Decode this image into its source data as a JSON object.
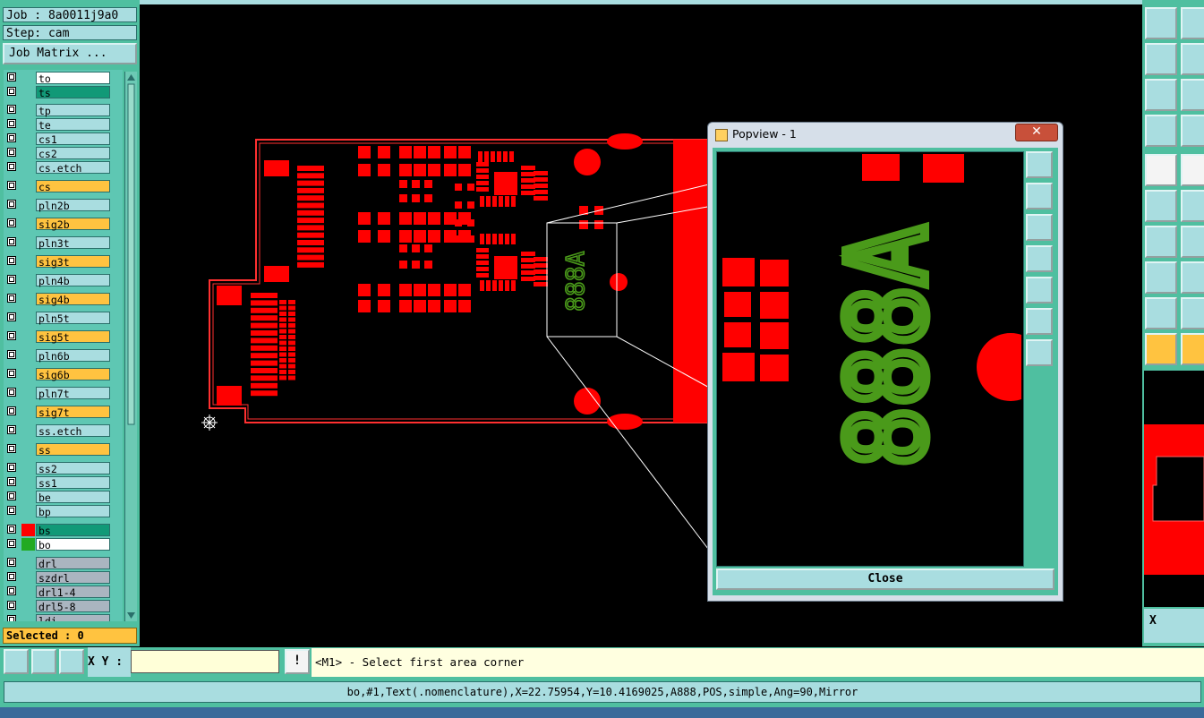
{
  "job": {
    "label": "Job : 8a0011j9a0",
    "step": "Step: cam",
    "matrix_button": "Job Matrix ..."
  },
  "layers": [
    {
      "name": "to",
      "color": "white"
    },
    {
      "name": "ts",
      "color": "green"
    },
    {
      "name": "tp",
      "color": "teal"
    },
    {
      "name": "te",
      "color": "teal"
    },
    {
      "name": "cs1",
      "color": "teal"
    },
    {
      "name": "cs2",
      "color": "teal"
    },
    {
      "name": "cs.etch",
      "color": "teal"
    },
    {
      "name": "cs",
      "color": "orange"
    },
    {
      "name": "pln2b",
      "color": "teal"
    },
    {
      "name": "sig2b",
      "color": "orange"
    },
    {
      "name": "pln3t",
      "color": "teal"
    },
    {
      "name": "sig3t",
      "color": "orange"
    },
    {
      "name": "pln4b",
      "color": "teal"
    },
    {
      "name": "sig4b",
      "color": "orange"
    },
    {
      "name": "pln5t",
      "color": "teal"
    },
    {
      "name": "sig5t",
      "color": "orange"
    },
    {
      "name": "pln6b",
      "color": "teal"
    },
    {
      "name": "sig6b",
      "color": "orange"
    },
    {
      "name": "pln7t",
      "color": "teal"
    },
    {
      "name": "sig7t",
      "color": "orange"
    },
    {
      "name": "ss.etch",
      "color": "teal"
    },
    {
      "name": "ss",
      "color": "orange"
    },
    {
      "name": "ss2",
      "color": "teal"
    },
    {
      "name": "ss1",
      "color": "teal"
    },
    {
      "name": "be",
      "color": "teal"
    },
    {
      "name": "bp",
      "color": "teal"
    },
    {
      "name": "bs",
      "color": "green",
      "swatch": "#ff0000"
    },
    {
      "name": "bo",
      "color": "white",
      "swatch": "#22aa22"
    },
    {
      "name": "drl",
      "color": "grey"
    },
    {
      "name": "szdrl",
      "color": "grey"
    },
    {
      "name": "drl1-4",
      "color": "grey"
    },
    {
      "name": "drl5-8",
      "color": "grey"
    },
    {
      "name": "ldi",
      "color": "grey"
    }
  ],
  "selected": "Selected : 0",
  "canvas": {
    "silk_text": "888A",
    "trace_color": "#ff0000",
    "silk_color": "#4a9a1a"
  },
  "popview": {
    "title": "Popview - 1",
    "close_label": "Close",
    "zoom_text": "888A"
  },
  "right_panel": {
    "x_label": "X"
  },
  "command": {
    "xy_label": "X Y :",
    "xy_value": "",
    "message": "<M1> - Select first area corner"
  },
  "status": "bo,#1,Text(.nomenclature),X=22.75954,Y=10.4169025,A888,POS,simple,Ang=90,Mirror",
  "colors": {
    "panel": "#4fbfa0",
    "field": "#a9dde0",
    "accent_orange": "#ffc340",
    "feature_red": "#ff0000"
  }
}
